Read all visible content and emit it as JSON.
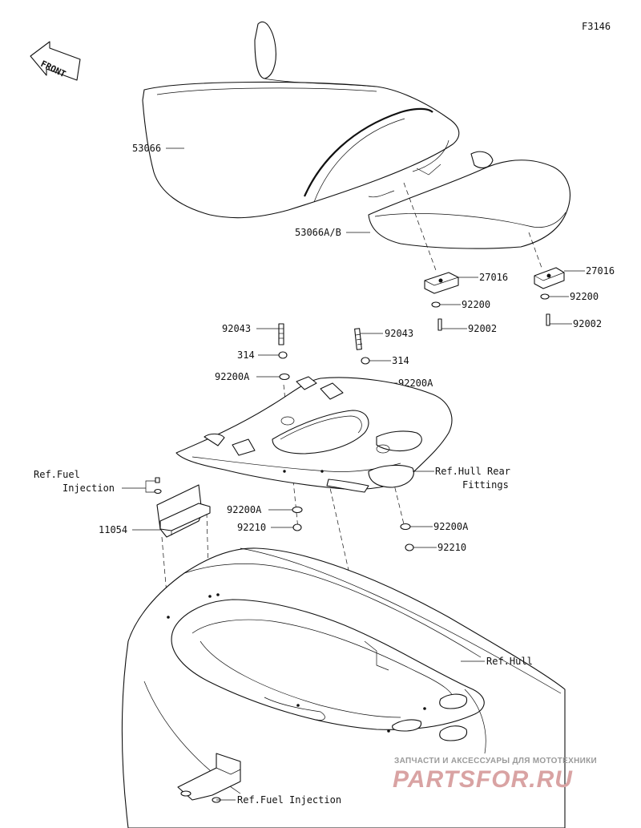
{
  "figure_id": "F3146",
  "front_label": "FRONT",
  "callouts": {
    "seat_main": "53066",
    "seat_rear": "53066A/B",
    "pad_left": "27016",
    "pad_right": "27016",
    "washer_92200_left": "92200",
    "washer_92200_right": "92200",
    "screw_92002_left": "92002",
    "screw_92002_right": "92002",
    "stud_92043_left": "92043",
    "stud_92043_right": "92043",
    "nut_314_left": "314",
    "nut_314_right": "314",
    "washer_92200A_upper_left": "92200A",
    "washer_92200A_upper_right": "92200A",
    "washer_92200A_lower_left": "92200A",
    "washer_92200A_lower_right": "92200A",
    "nut_92210_left": "92210",
    "nut_92210_right": "92210",
    "bracket_11054": "11054",
    "ref_fuel_injection_top_line1": "Ref.Fuel",
    "ref_fuel_injection_top_line2": "Injection",
    "ref_hull_rear_fittings_line1": "Ref.Hull Rear",
    "ref_hull_rear_fittings_line2": "Fittings",
    "ref_hull": "Ref.Hull",
    "ref_fuel_injection_bottom": "Ref.Fuel Injection"
  },
  "watermark": {
    "line1": "ЗАПЧАСТИ И АКСЕССУАРЫ ДЛЯ МОТОТЕХНИКИ",
    "line2": "PARTSFOR.RU"
  }
}
